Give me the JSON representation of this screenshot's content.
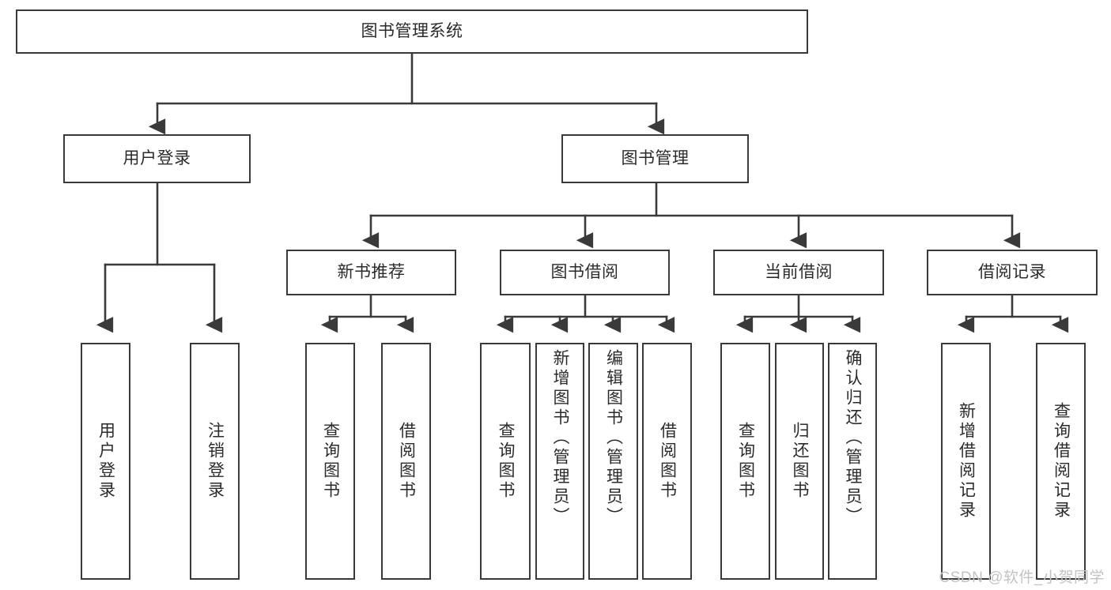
{
  "diagram": {
    "type": "tree-hierarchy-chart",
    "title": "图书管理系统",
    "watermark": "CSDN @软件_小贺同学",
    "colors": {
      "stroke": "#3a3a3a",
      "fill": "#ffffff",
      "text": "#2b2b2b",
      "watermark": "#c3c3c3"
    },
    "nodes": {
      "root": {
        "label": "图书管理系统"
      },
      "level2": [
        {
          "id": "user-login",
          "label": "用户登录"
        },
        {
          "id": "book-management",
          "label": "图书管理"
        }
      ],
      "level3": [
        {
          "id": "new-book-recommend",
          "label": "新书推荐"
        },
        {
          "id": "book-borrow",
          "label": "图书借阅"
        },
        {
          "id": "current-borrow",
          "label": "当前借阅"
        },
        {
          "id": "borrow-record",
          "label": "借阅记录"
        }
      ],
      "leaves": {
        "user_login": [
          {
            "id": "leaf-user-login",
            "label": "用户登录"
          },
          {
            "id": "leaf-logout-login",
            "label": "注销登录"
          }
        ],
        "new_book_recommend": [
          {
            "id": "leaf-query-book-1",
            "label": "查询图书"
          },
          {
            "id": "leaf-borrow-book-1",
            "label": "借阅图书"
          }
        ],
        "book_borrow": [
          {
            "id": "leaf-query-book-2",
            "label": "查询图书"
          },
          {
            "id": "leaf-add-book",
            "label": "新增图书（管理员）"
          },
          {
            "id": "leaf-edit-book",
            "label": "编辑图书（管理员）"
          },
          {
            "id": "leaf-borrow-book-2",
            "label": "借阅图书"
          }
        ],
        "current_borrow": [
          {
            "id": "leaf-query-book-3",
            "label": "查询图书"
          },
          {
            "id": "leaf-return-book",
            "label": "归还图书"
          },
          {
            "id": "leaf-confirm-return",
            "label": "确认归还（管理员）"
          }
        ],
        "borrow_record": [
          {
            "id": "leaf-add-record",
            "label": "新增借阅记录"
          },
          {
            "id": "leaf-query-record",
            "label": "查询借阅记录"
          }
        ]
      }
    }
  }
}
